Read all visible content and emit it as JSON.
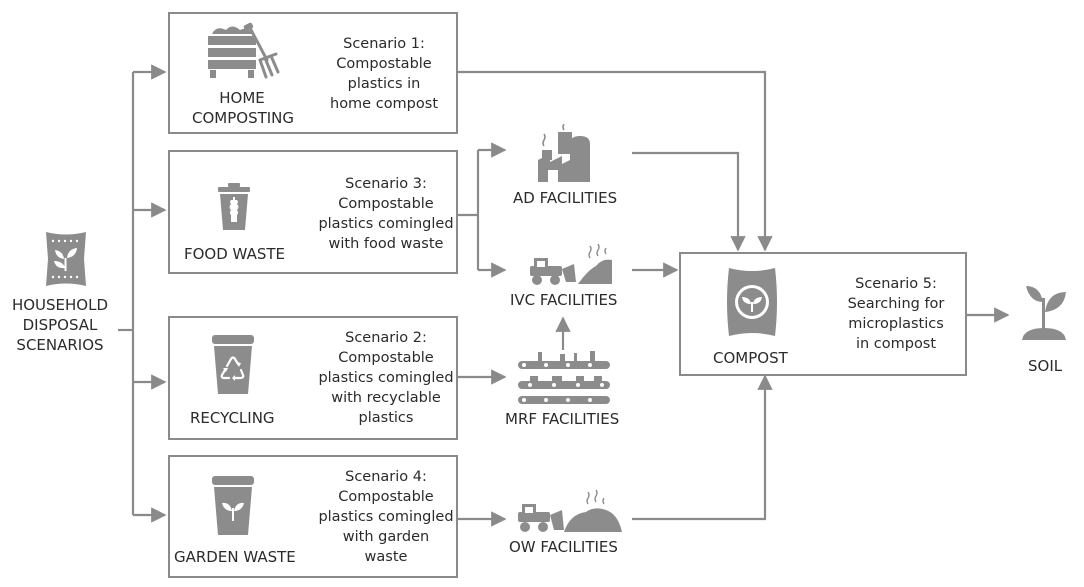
{
  "household": {
    "line1": "HOUSEHOLD",
    "line2": "DISPOSAL",
    "line3": "SCENARIOS"
  },
  "home": {
    "label1": "HOME",
    "label2": "COMPOSTING",
    "scenario": [
      "Scenario 1:",
      "Compostable",
      "plastics in",
      "home compost"
    ]
  },
  "food": {
    "label": "FOOD WASTE",
    "scenario": [
      "Scenario 3:",
      "Compostable",
      "plastics comingled",
      "with food waste"
    ]
  },
  "recycling": {
    "label": "RECYCLING",
    "scenario": [
      "Scenario 2:",
      "Compostable",
      "plastics comingled",
      "with recyclable",
      "plastics"
    ]
  },
  "garden": {
    "label": "GARDEN WASTE",
    "scenario": [
      "Scenario 4:",
      "Compostable",
      "plastics comingled",
      "with garden",
      "waste"
    ]
  },
  "facilities": {
    "ad": "AD FACILITIES",
    "ivc": "IVC FACILITIES",
    "mrf": "MRF FACILITIES",
    "ow": "OW FACILITIES"
  },
  "compost": {
    "label": "COMPOST",
    "scenario": [
      "Scenario 5:",
      "Searching for",
      "microplastics",
      "in compost"
    ]
  },
  "soil": {
    "label": "SOIL"
  },
  "colors": {
    "line": "#8a8a8a",
    "icon": "#8c8c8c",
    "text": "#2b2b2b"
  }
}
